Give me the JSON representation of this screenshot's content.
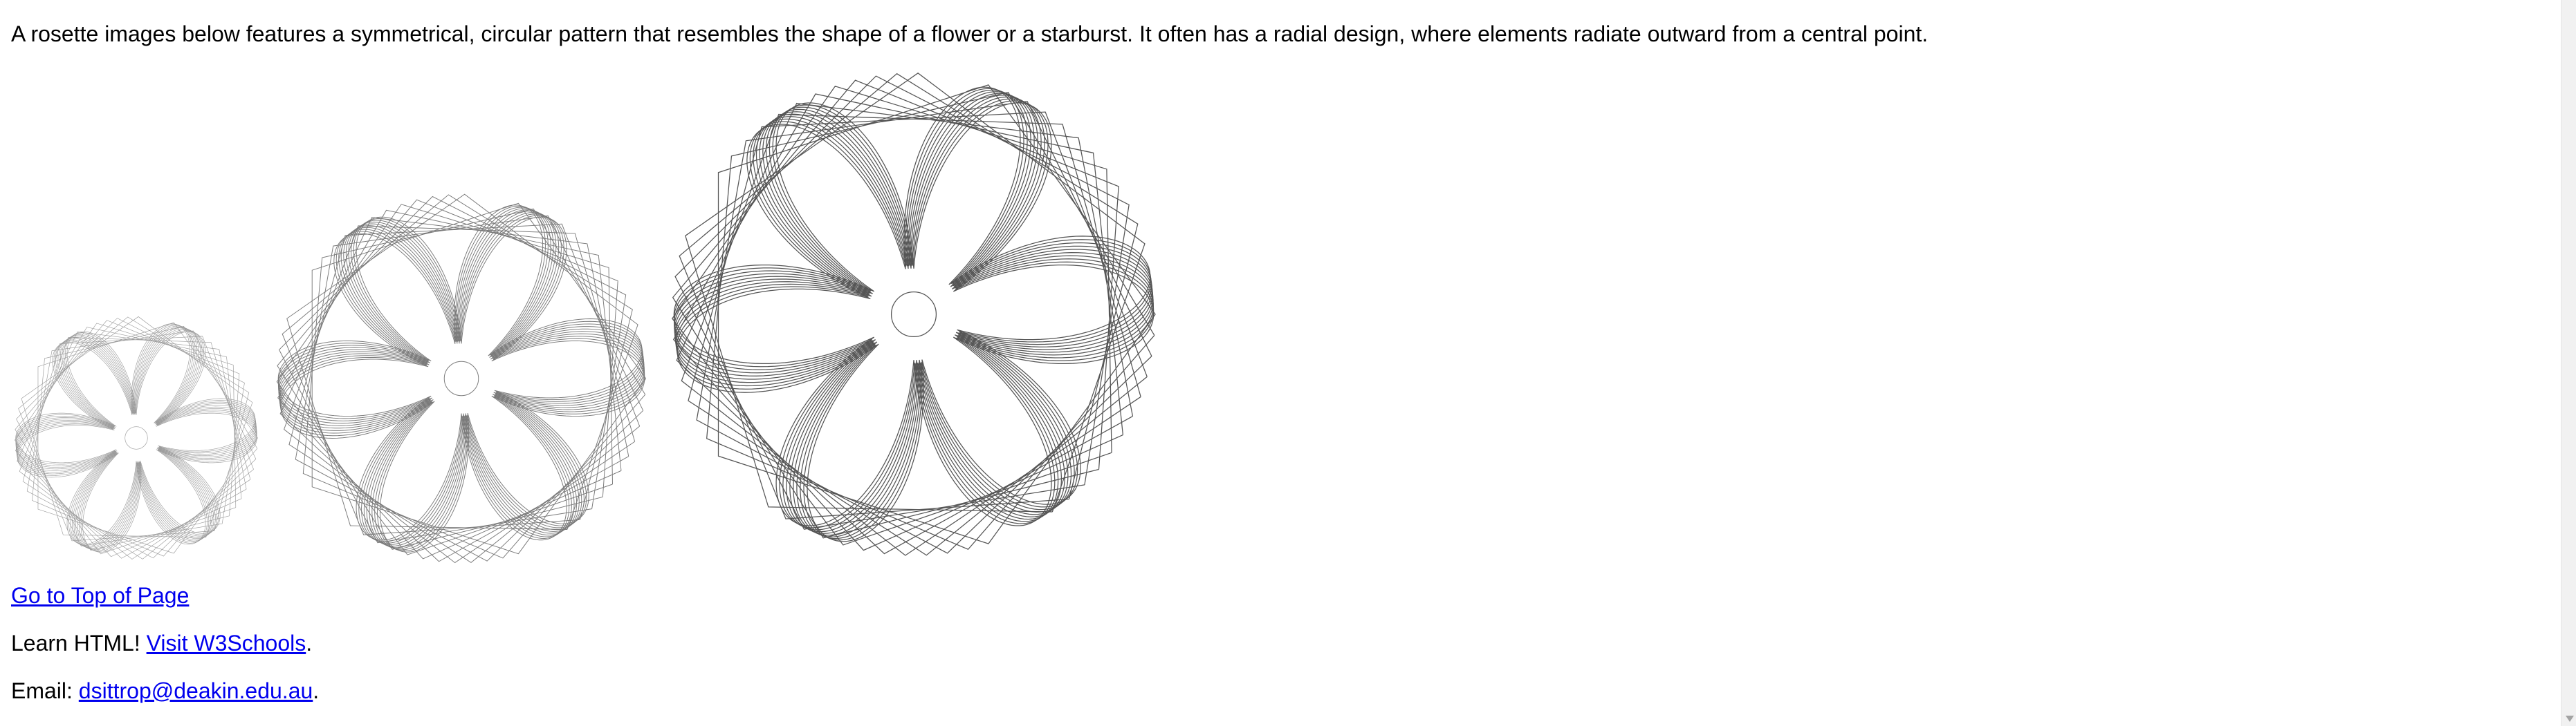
{
  "intro_text": "A rosette images below features a symmetrical, circular pattern that resembles the shape of a flower or a starburst. It often has a radial design, where elements radiate outward from a central point.",
  "images": [
    {
      "name": "rosette-image-small",
      "stroke": "#9a9a9a"
    },
    {
      "name": "rosette-image-medium",
      "stroke": "#7a7a7a"
    },
    {
      "name": "rosette-image-large",
      "stroke": "#555555"
    }
  ],
  "links": {
    "top_link": "Go to Top of Page",
    "learn_prefix": "Learn HTML! ",
    "w3_link": "Visit W3Schools",
    "learn_suffix": ".",
    "email_prefix": "Email: ",
    "email_link": "dsittrop@deakin.edu.au",
    "email_suffix": "."
  },
  "colors": {
    "link": "#0000ee",
    "text": "#000000",
    "background": "#ffffff"
  }
}
